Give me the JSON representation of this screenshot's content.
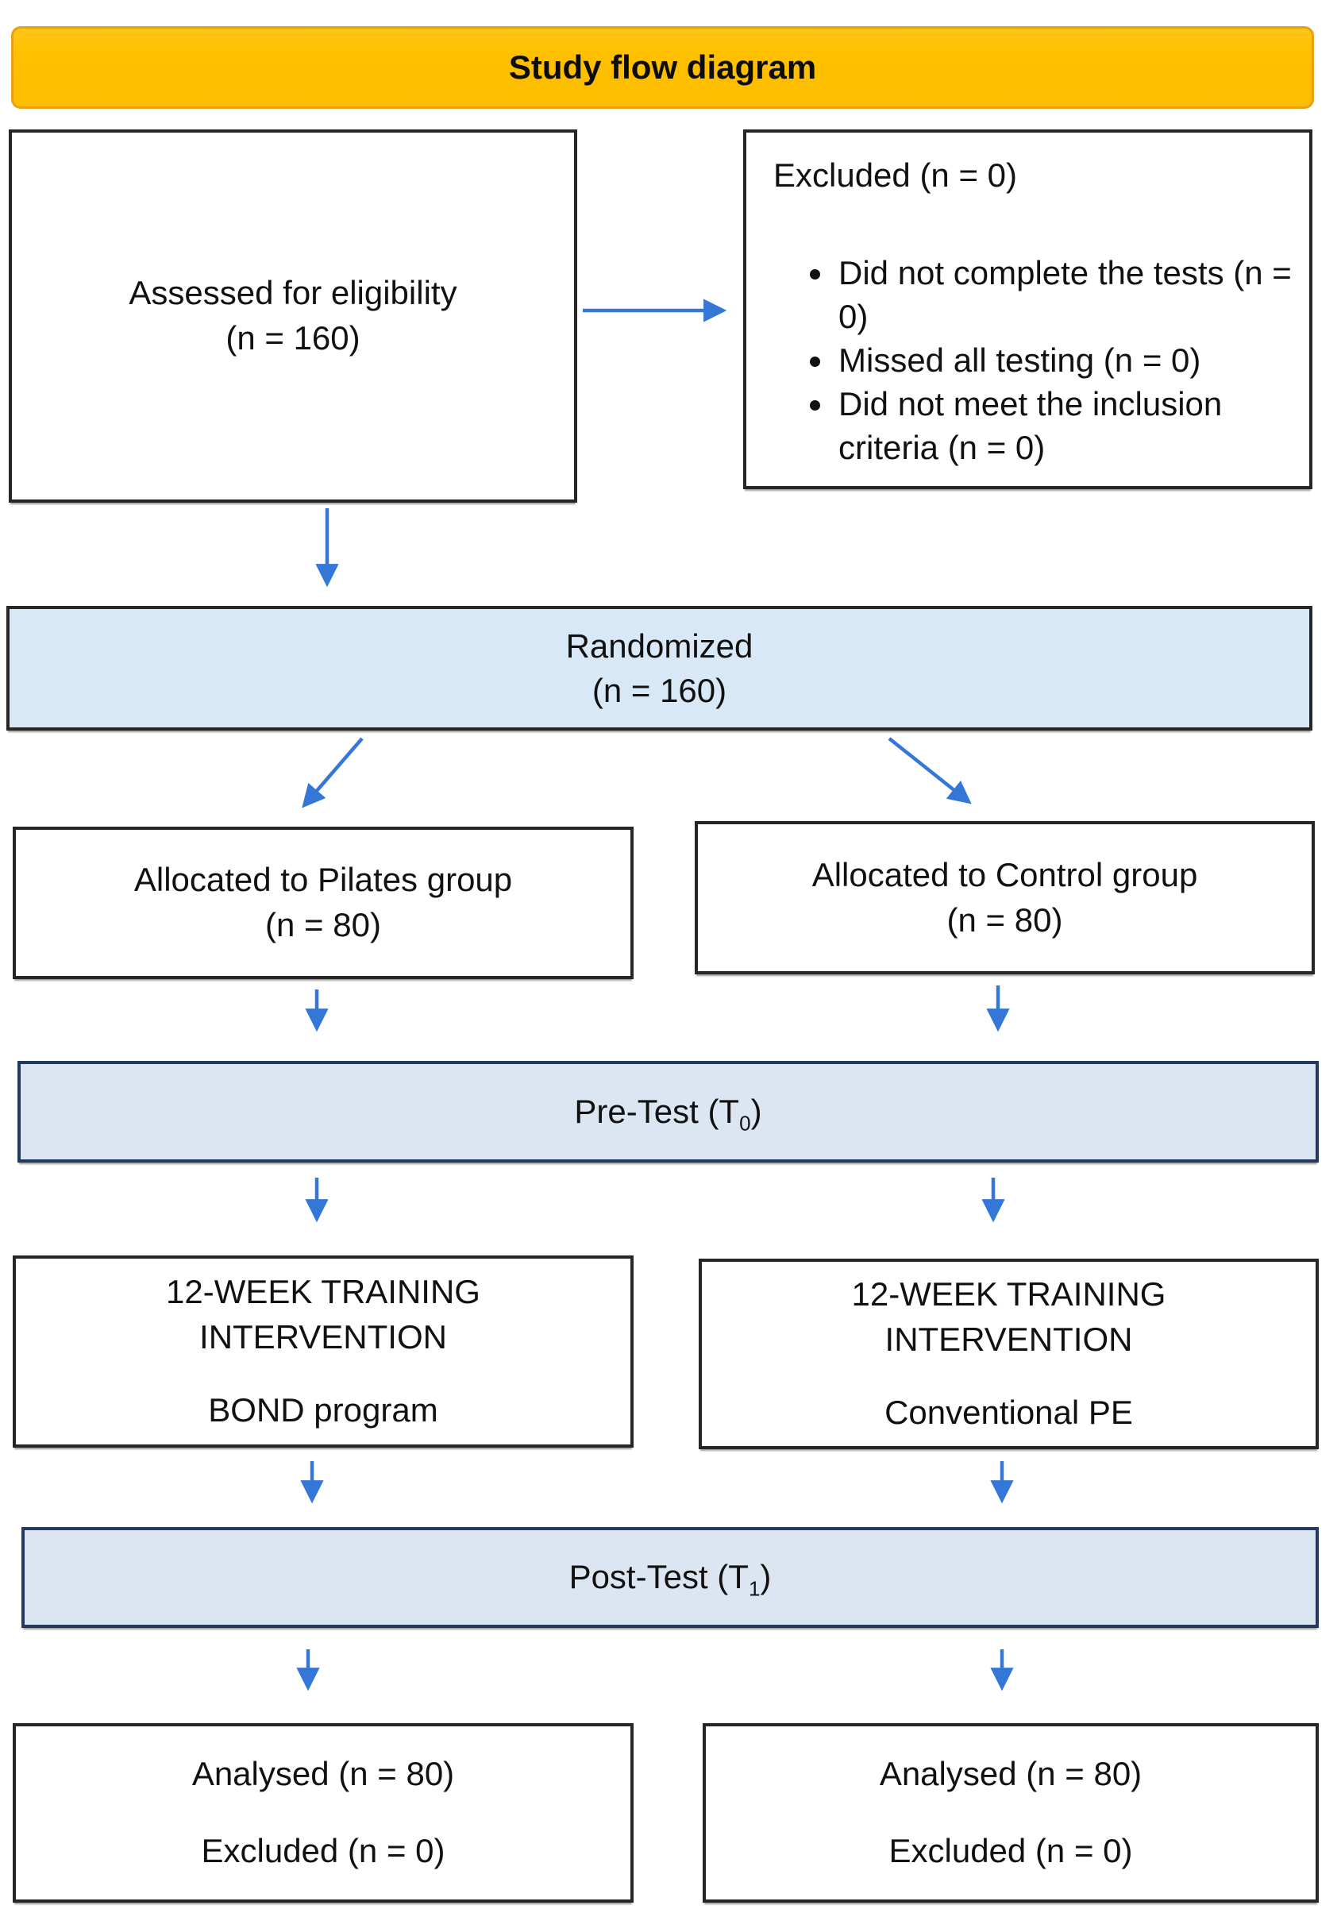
{
  "title": "Study flow diagram",
  "colors": {
    "banner_fill": "#FFC000",
    "banner_border": "#E8A114",
    "light_blue_fill": "#D9E8F6",
    "pale_blue_fill": "#DCE6F2",
    "navy_border": "#24395E",
    "black_border": "#262626",
    "arrow_blue": "#3577D6",
    "text": "#111111"
  },
  "boxes": {
    "assessed": {
      "line1": "Assessed for eligibility",
      "line2": "(n = 160)"
    },
    "excluded": {
      "title": "Excluded (n = 0)",
      "bullets": [
        "Did not complete the tests (n = 0)",
        "Missed all testing (n = 0)",
        "Did not meet the inclusion criteria (n = 0)"
      ]
    },
    "randomized": {
      "line1": "Randomized",
      "line2": "(n = 160)"
    },
    "allocated_pilates": {
      "line1": "Allocated to Pilates group",
      "line2": "(n = 80)"
    },
    "allocated_control": {
      "line1": "Allocated to Control group",
      "line2": "(n = 80)"
    },
    "pre_test": {
      "base": "Pre-Test (T",
      "sub": "0",
      "suffix": ")"
    },
    "bond": {
      "line1": "12-WEEK TRAINING",
      "line2": "INTERVENTION",
      "line3": "BOND program"
    },
    "pe": {
      "line1": "12-WEEK TRAINING",
      "line2": "INTERVENTION",
      "line3": "Conventional PE"
    },
    "post_test": {
      "base": "Post-Test (T",
      "sub": "1",
      "suffix": ")"
    },
    "analysed_left": {
      "line1": "Analysed (n = 80)",
      "line2": "Excluded (n = 0)"
    },
    "analysed_right": {
      "line1": "Analysed (n = 80)",
      "line2": "Excluded (n = 0)"
    }
  }
}
